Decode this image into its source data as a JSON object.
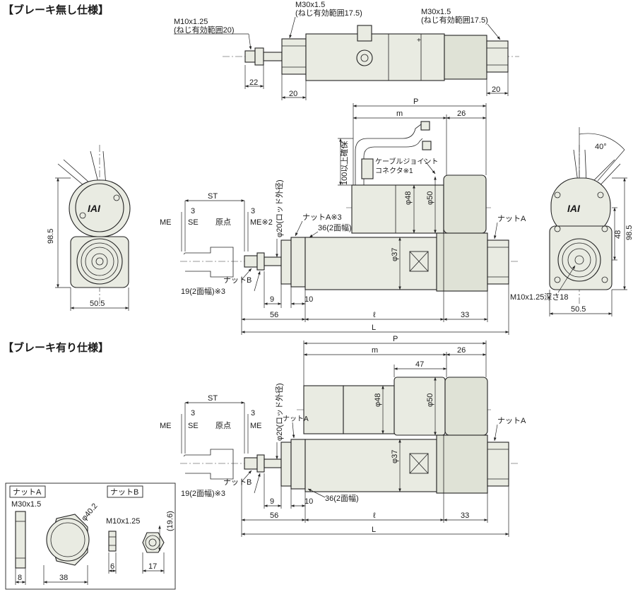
{
  "sections": {
    "no_brake": "【ブレーキ無し仕様】",
    "with_brake": "【ブレーキ有り仕様】"
  },
  "top_view": {
    "rod_thread": "M10x1.25",
    "rod_thread_note": "(ねじ有効範囲20)",
    "front_thread": "M30x1.5",
    "front_thread_note": "(ねじ有効範囲17.5)",
    "rear_thread": "M30x1.5",
    "rear_thread_note": "(ねじ有効範囲17.5)",
    "dim_22": "22",
    "dim_20a": "20",
    "dim_20b": "20"
  },
  "side_view_1": {
    "P": "P",
    "m": "m",
    "d26": "26",
    "cable_clear": "100以上確保",
    "cable_joint": "ケーブルジョイント",
    "connector": "コネクタ※1",
    "d48": "φ48",
    "d50": "φ50",
    "ST": "ST",
    "d3a": "3",
    "d3b": "3",
    "ME": "ME",
    "SE": "SE",
    "origin": "原点",
    "ME2": "ME※2",
    "rod_dia": "φ20(ロッド外径)",
    "nutA3": "ナットA※3",
    "width36": "36(2面幅)",
    "nutA": "ナットA",
    "d37": "φ37",
    "nutB": "ナットB",
    "width19": "19(2面幅)※3",
    "d9": "9",
    "d10": "10",
    "d56": "56",
    "l": "ℓ",
    "d33": "33",
    "L": "L"
  },
  "front_view": {
    "d98_5": "98.5",
    "d50_5": "50.5"
  },
  "rear_view": {
    "angle": "40°",
    "d98_5": "98.5",
    "d48": "48",
    "thread": "M10x1.25深さ18",
    "d50_5": "50.5"
  },
  "side_view_2": {
    "P": "P",
    "m": "m",
    "d26": "26",
    "d47": "47",
    "d48": "φ48",
    "d50": "φ50",
    "ST": "ST",
    "d3a": "3",
    "d3b": "3",
    "ME_left": "ME",
    "SE": "SE",
    "origin": "原点",
    "ME_right": "ME",
    "rod_dia": "φ20(ロッド外径)",
    "nutA_small": "ナットA",
    "nutA": "ナットA",
    "d37": "φ37",
    "nutB": "ナットB",
    "width19": "19(2面幅)※3",
    "d9": "9",
    "d10": "10",
    "width36": "36(2面幅)",
    "d56": "56",
    "l": "ℓ",
    "d33": "33",
    "L": "L"
  },
  "nut_detail": {
    "nutA_title": "ナットA",
    "nutA_thread": "M30x1.5",
    "nutA_dia": "φ40.2",
    "nutA_d8": "8",
    "nutA_d38": "38",
    "nutB_title": "ナットB",
    "nutB_thread": "M10x1.25",
    "nutB_d19_6": "(19.6)",
    "nutB_d6": "6",
    "nutB_d17": "17"
  },
  "logo": "IAI"
}
